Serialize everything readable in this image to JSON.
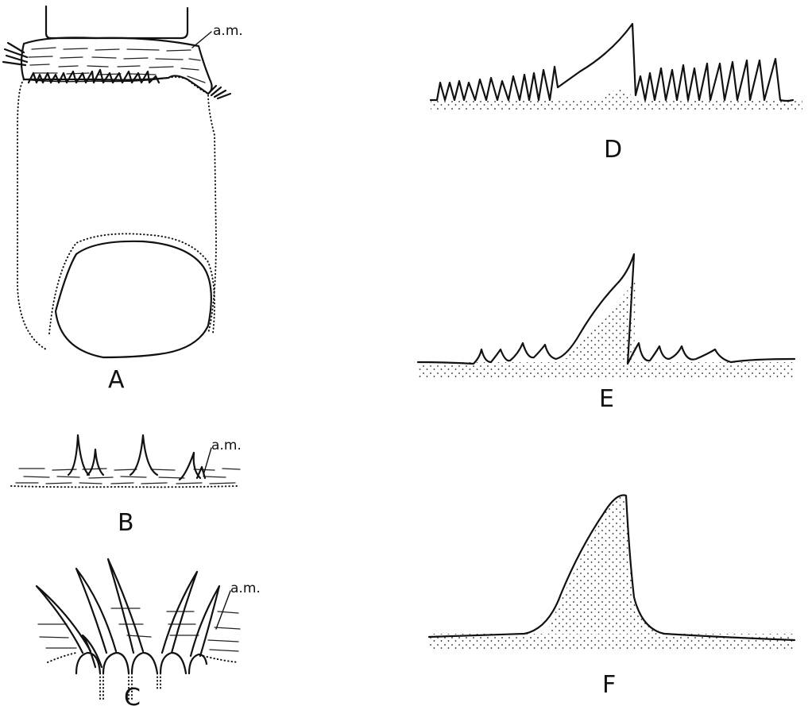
{
  "figure": {
    "panels": [
      {
        "id": "A",
        "letter": "A",
        "label": "a.m."
      },
      {
        "id": "B",
        "letter": "B",
        "label": "a.m."
      },
      {
        "id": "C",
        "letter": "C",
        "label": "a.m."
      },
      {
        "id": "D",
        "letter": "D"
      },
      {
        "id": "E",
        "letter": "E"
      },
      {
        "id": "F",
        "letter": "F"
      }
    ]
  }
}
